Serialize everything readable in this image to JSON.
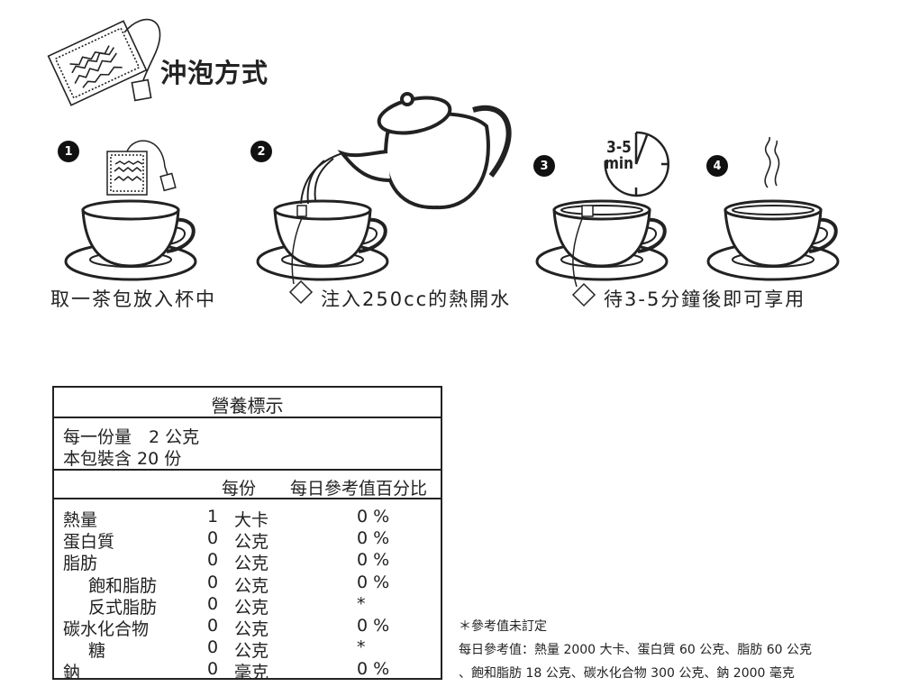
{
  "header": {
    "title": "沖泡方式"
  },
  "steps": [
    {
      "number": "1"
    },
    {
      "number": "2"
    },
    {
      "number": "3",
      "timer_top": "3-5",
      "timer_bottom": "min"
    },
    {
      "number": "4"
    }
  ],
  "captions": [
    "取一茶包放入杯中",
    "注入250cc的熱開水",
    "待3-5分鐘後即可享用"
  ],
  "nutrition": {
    "title": "營養標示",
    "serving_size": "每一份量　2 公克",
    "servings": "本包裝含 20 份",
    "col_per_serving": "每份",
    "col_daily": "每日參考值百分比",
    "rows": [
      {
        "name": "熱量",
        "amount": "1",
        "unit": "大卡",
        "pct": "0 %"
      },
      {
        "name": "蛋白質",
        "amount": "0",
        "unit": "公克",
        "pct": "0 %"
      },
      {
        "name": "脂肪",
        "amount": "0",
        "unit": "公克",
        "pct": "0 %"
      },
      {
        "name": "飽和脂肪",
        "amount": "0",
        "unit": "公克",
        "pct": "0 %"
      },
      {
        "name": "反式脂肪",
        "amount": "0",
        "unit": "公克",
        "pct": "*"
      },
      {
        "name": "碳水化合物",
        "amount": "0",
        "unit": "公克",
        "pct": "0 %"
      },
      {
        "name": "糖",
        "amount": "0",
        "unit": "公克",
        "pct": "*"
      },
      {
        "name": "鈉",
        "amount": "0",
        "unit": "毫克",
        "pct": "0 %"
      }
    ]
  },
  "notes": {
    "asterisk": "＊參考值未訂定",
    "daily_line1": "每日參考值：熱量 2000 大卡、蛋白質 60 公克、脂肪 60 公克",
    "daily_line2": "、飽和脂肪 18 公克、碳水化合物 300 公克、鈉 2000 毫克"
  }
}
